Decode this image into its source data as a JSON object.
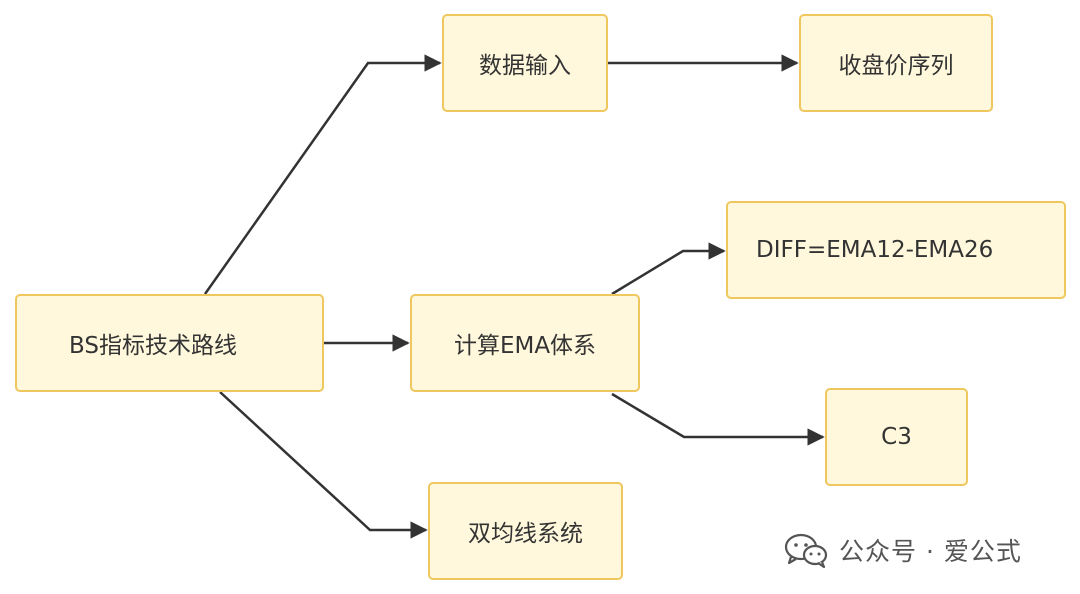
{
  "nodes": {
    "root": "BS指标技术路线",
    "input": "数据输入",
    "close": "收盘价序列",
    "ema": "计算EMA体系",
    "diff": "DIFF=EMA12-EMA26",
    "c3": "C3",
    "dual": "双均线系统"
  },
  "edges": [
    {
      "from": "root",
      "to": "input"
    },
    {
      "from": "input",
      "to": "close"
    },
    {
      "from": "root",
      "to": "ema"
    },
    {
      "from": "ema",
      "to": "diff"
    },
    {
      "from": "ema",
      "to": "c3"
    },
    {
      "from": "root",
      "to": "dual"
    }
  ],
  "watermark": {
    "text": "公众号 · 爱公式",
    "icon": "wechat-icon"
  },
  "colors": {
    "node_fill": "#fff8dc",
    "node_border": "#f0c75e",
    "edge": "#333333",
    "text": "#333333"
  }
}
